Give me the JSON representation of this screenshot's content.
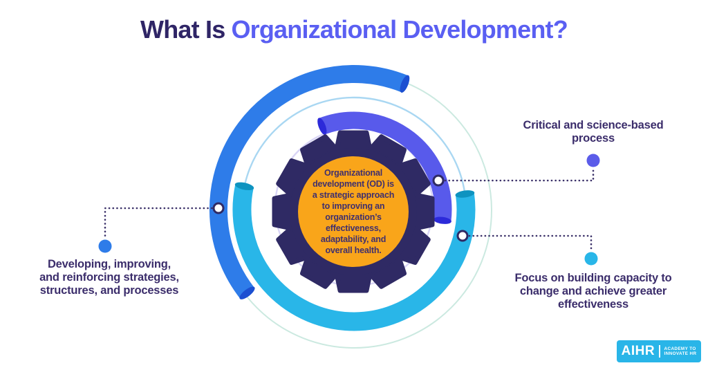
{
  "title": {
    "prefix": "What Is",
    "highlight": "Organizational Development?"
  },
  "center_definition": {
    "lines": [
      "Organizational",
      "development (OD) is",
      "a strategic approach",
      "to improving an",
      "organization’s",
      "effectiveness,",
      "adaptability, and",
      "overall health."
    ]
  },
  "callouts": [
    {
      "id": "left",
      "lines": [
        "Developing, improving,",
        "and reinforcing strategies,",
        "structures, and processes"
      ]
    },
    {
      "id": "right-top",
      "lines": [
        "Critical and science-based",
        "process"
      ]
    },
    {
      "id": "right-bottom",
      "lines": [
        "Focus on building capacity to",
        "change and achieve greater",
        "effectiveness"
      ]
    }
  ],
  "logo": {
    "name": "AIHR",
    "tagline_line1": "ACADEMY TO",
    "tagline_line2": "INNOVATE HR"
  },
  "colors": {
    "title_dark": "#2f2566",
    "title_accent": "#5a5ff2",
    "body_text": "#3b2d6b",
    "arc_blue": "#2e7ce9",
    "arc_cyan": "#29b6e8",
    "arc_purple": "#585aeb",
    "gear_dark": "#2f2a64",
    "gear_center_orange": "#f9a51a",
    "logo_bg": "#29b5e8"
  }
}
